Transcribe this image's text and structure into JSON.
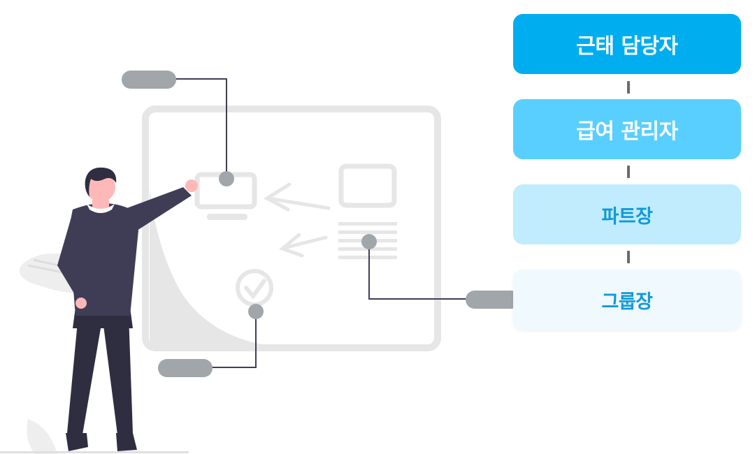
{
  "hierarchy": {
    "roles": [
      {
        "label": "근태 담당자"
      },
      {
        "label": "급여 관리자"
      },
      {
        "label": "파트장"
      },
      {
        "label": "그룹장"
      }
    ]
  },
  "colors": {
    "level1": "#00adef",
    "level2": "#59cfff",
    "level3": "#c0ecfd",
    "level4": "#eff9fe",
    "accent_text": "#109ad8",
    "figure_dark": "#3f3d56",
    "skin": "#ffb8b8",
    "tag_gray": "#a0a6a9"
  },
  "illustration": {
    "icons": [
      "person-figure",
      "monitor-icon",
      "document-icon",
      "checkmark-icon",
      "arrow-icon",
      "leaf-icon"
    ]
  }
}
